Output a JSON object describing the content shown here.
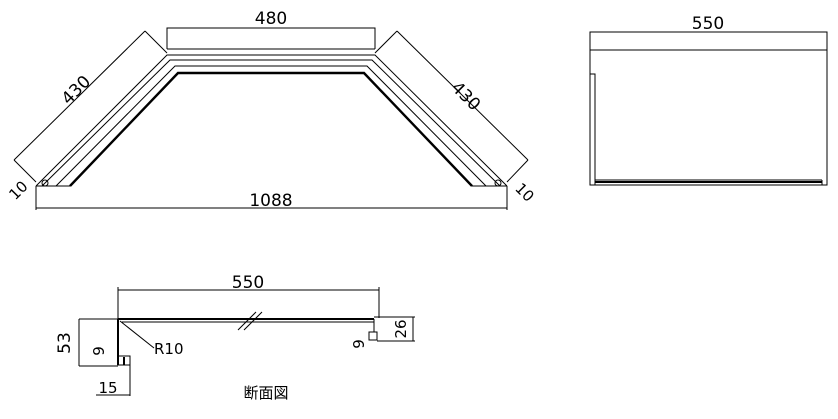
{
  "top_view": {
    "width_top": "480",
    "side_left": "430",
    "side_right": "430",
    "width_bottom": "1088",
    "edge_left": "10",
    "edge_right": "10"
  },
  "side_view": {
    "depth": "550"
  },
  "section": {
    "length": "550",
    "height": "53",
    "lip_left": "9",
    "radius": "R10",
    "lip_right": "9",
    "height_right": "26",
    "flange": "15",
    "caption": "断面図"
  }
}
